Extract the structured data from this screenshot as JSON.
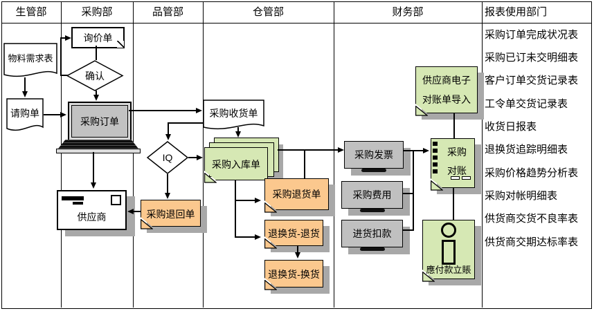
{
  "columns": [
    "生管部",
    "采购部",
    "品管部",
    "仓管部",
    "财务部",
    "报表使用部门"
  ],
  "reports": [
    "采购订单完成状况表",
    "采购已订未交明细表",
    "客户订单交货记录表",
    "工令单交货记录表",
    "收货日报表",
    "退换货追踪明细表",
    "采购价格趋势分析表",
    "采购对帐明细表",
    "供货商交货不良率表",
    "供货商交期达标率表"
  ],
  "nodes": {
    "material_request": "物料需求表",
    "purchase_request": "请购单",
    "inquiry": "询价单",
    "confirm": "确认",
    "purchase_order": "采购订单",
    "supplier": "供应商",
    "iq_check": "IQ",
    "purchase_return_slip": "采购退回单",
    "receiving_slip": "采购收货单",
    "warehouse_in_slip": "采购入库单",
    "purchase_return_goods": "采购退货单",
    "exchange_return": "退换货-退货",
    "exchange_exchange": "退换货-换货",
    "purchase_invoice": "采购发票",
    "purchase_expense": "采购费用",
    "purchase_deduction": "进货扣款",
    "supplier_estatement_l1": "供应商电子",
    "supplier_estatement_l2": "对账单导入",
    "reconcile_l1": "采购",
    "reconcile_l2": "对账",
    "payable_posting": "應付款立賬"
  },
  "colors": {
    "note_green": "#d6e8b4",
    "note_orange": "#fbc88e",
    "box_gray": "#c0c0c0",
    "shadow_gray": "#a8a8a8",
    "line": "#000000"
  }
}
